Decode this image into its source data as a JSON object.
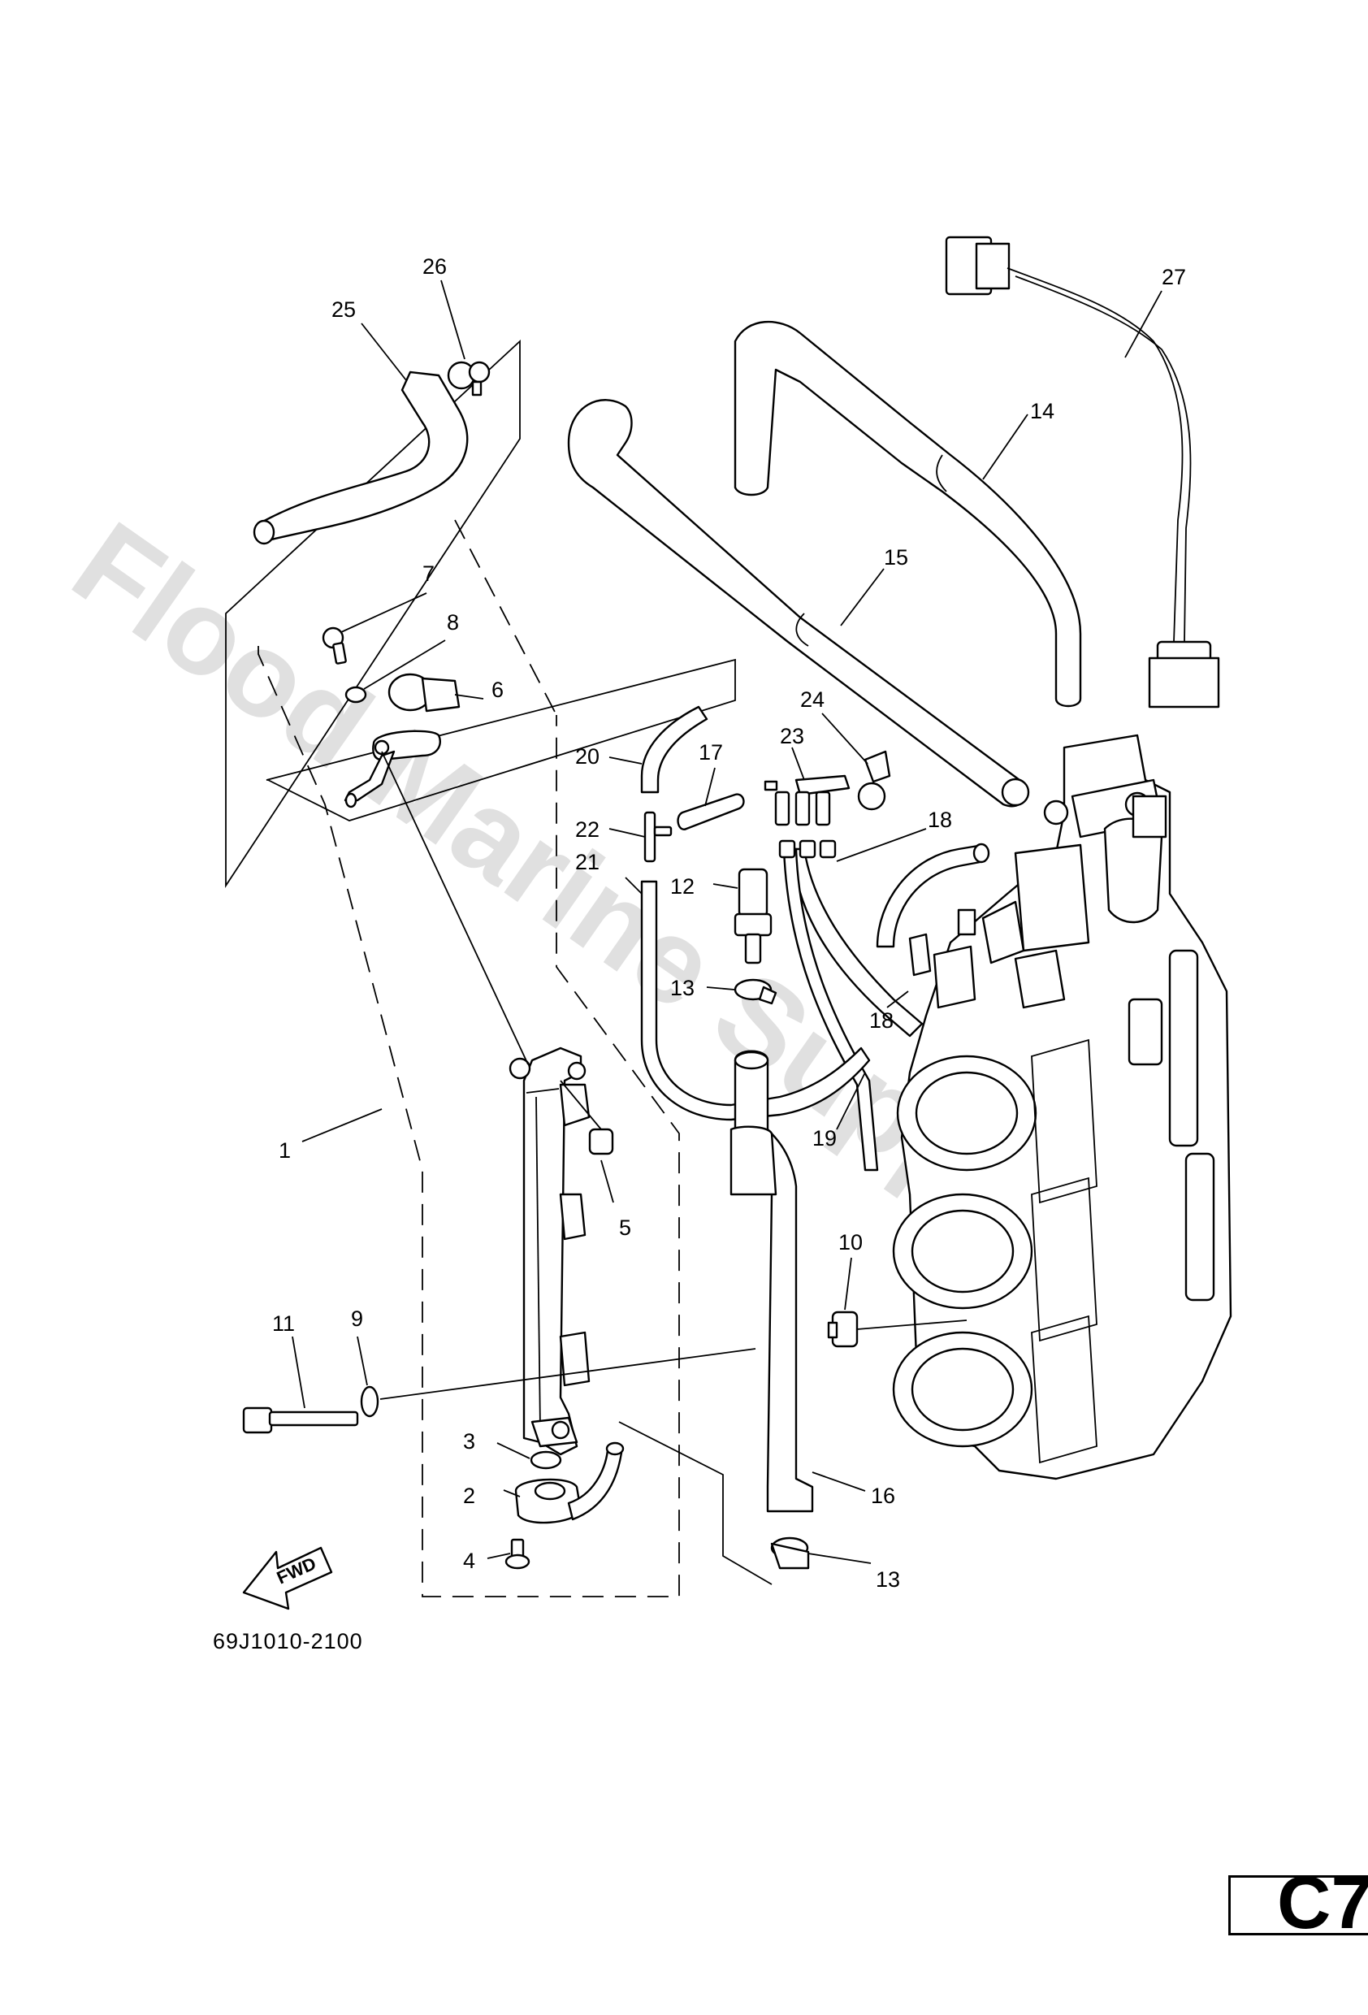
{
  "watermark": "Flood Marine Supplies",
  "diagram_code": "69J1010-2100",
  "page_ref": "C7",
  "fwd_label": "FWD",
  "callouts": [
    "1",
    "2",
    "3",
    "4",
    "5",
    "6",
    "7",
    "8",
    "9",
    "10",
    "11",
    "12",
    "13",
    "13",
    "14",
    "15",
    "16",
    "17",
    "18",
    "18",
    "19",
    "20",
    "21",
    "22",
    "23",
    "24",
    "25",
    "26",
    "27"
  ]
}
